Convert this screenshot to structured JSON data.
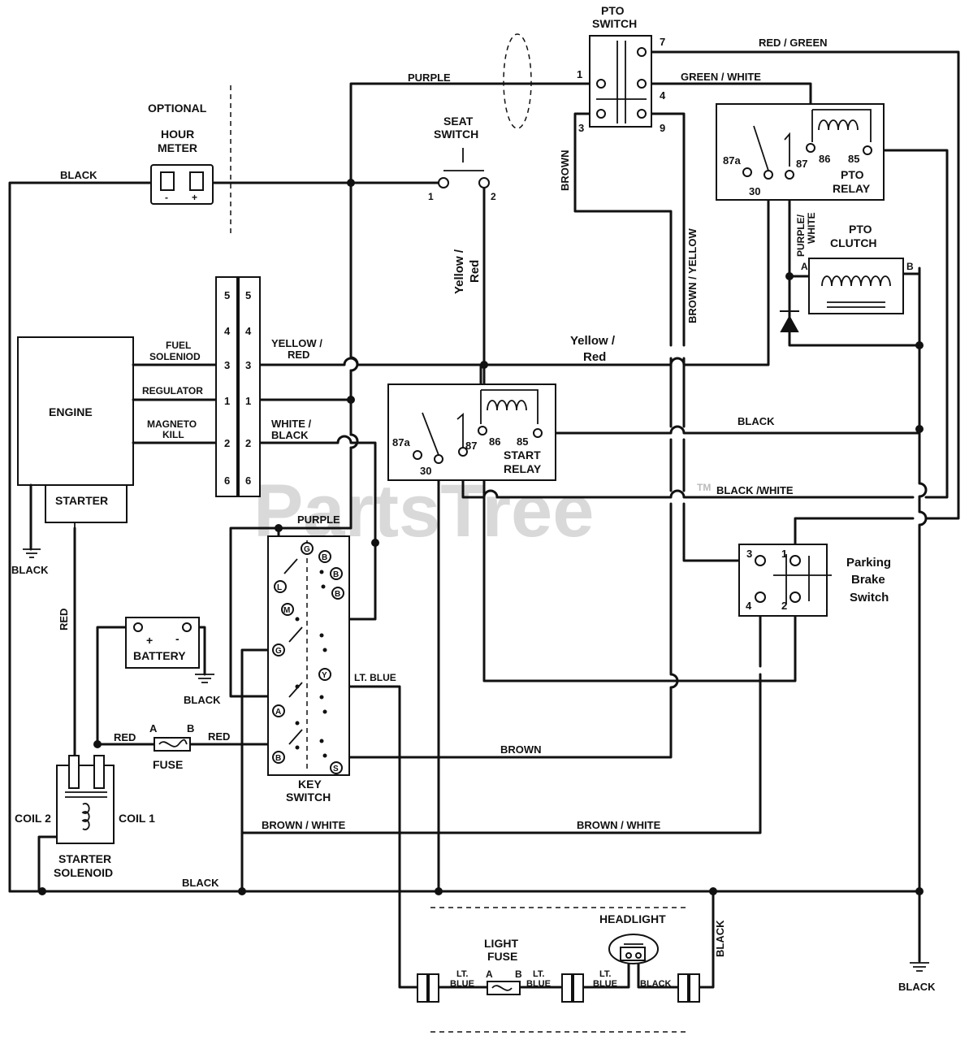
{
  "watermark": {
    "text": "PartsTree",
    "tm": "TM"
  },
  "pto_switch": {
    "title_line1": "PTO",
    "title_line2": "SWITCH",
    "pins": {
      "p1": "1",
      "p3": "3",
      "p4": "4",
      "p7": "7",
      "p9": "9"
    }
  },
  "pto_relay": {
    "title_line1": "PTO",
    "title_line2": "RELAY",
    "pins": {
      "p87a": "87a",
      "p30": "30",
      "p87": "87",
      "p86": "86",
      "p85": "85"
    }
  },
  "pto_clutch": {
    "title_line1": "PTO",
    "title_line2": "CLUTCH",
    "pin_a": "A",
    "pin_b": "B"
  },
  "seat_switch": {
    "title_line1": "SEAT",
    "title_line2": "SWITCH",
    "pin1": "1",
    "pin2": "2"
  },
  "hour_meter": {
    "optional": "OPTIONAL",
    "title_line1": "HOUR",
    "title_line2": "METER",
    "minus": "-",
    "plus": "+"
  },
  "engine": {
    "title": "ENGINE",
    "starter": "STARTER",
    "fuel_line1": "FUEL",
    "fuel_line2": "SOLENIOD",
    "regulator": "REGULATOR",
    "magneto_line1": "MAGNETO",
    "magneto_line2": "KILL"
  },
  "connector": {
    "pins": [
      "5",
      "4",
      "3",
      "1",
      "2",
      "6"
    ]
  },
  "start_relay": {
    "title_line1": "START",
    "title_line2": "RELAY",
    "pins": {
      "p87a": "87a",
      "p30": "30",
      "p87": "87",
      "p86": "86",
      "p85": "85"
    }
  },
  "key_switch": {
    "title_line1": "KEY",
    "title_line2": "SWITCH",
    "terminals": {
      "g1": "G",
      "b1": "B",
      "b2": "B",
      "b3": "B",
      "l": "L",
      "m": "M",
      "g2": "G",
      "y": "Y",
      "a": "A",
      "b4": "B",
      "s": "S"
    }
  },
  "parking_brake": {
    "title_line1": "Parking",
    "title_line2": "Brake",
    "title_line3": "Switch",
    "pins": {
      "p1": "1",
      "p2": "2",
      "p3": "3",
      "p4": "4"
    }
  },
  "battery": {
    "title": "BATTERY",
    "plus": "+",
    "minus": "-"
  },
  "fuse": {
    "title": "FUSE",
    "pin_a": "A",
    "pin_b": "B"
  },
  "starter_solenoid": {
    "title_line1": "STARTER",
    "title_line2": "SOLENOID",
    "coil1": "COIL 1",
    "coil2": "COIL 2"
  },
  "light_fuse": {
    "title_line1": "LIGHT",
    "title_line2": "FUSE",
    "pin_a": "A",
    "pin_b": "B"
  },
  "headlight": {
    "title": "HEADLIGHT"
  },
  "wire_labels": {
    "red_green": "RED / GREEN",
    "purple_top": "PURPLE",
    "green_white": "GREEN / WHITE",
    "brown_pto": "BROWN",
    "brown_yellow": "BROWN / YELLOW",
    "purple_white_1": "PURPLE/",
    "purple_white_2": "WHITE",
    "black_hour": "BLACK",
    "yellow_red_vert_1": "Yellow /",
    "yellow_red_vert_2": "Red",
    "yellow_red_left_1": "YELLOW /",
    "yellow_red_left_2": "RED",
    "yellow_red_mid_1": "Yellow /",
    "yellow_red_mid_2": "Red",
    "white_black_1": "WHITE /",
    "white_black_2": "BLACK",
    "black_relay": "BLACK",
    "black_white": "BLACK /WHITE",
    "purple_key": "PURPLE",
    "black_ground_left": "BLACK",
    "red_vert": "RED",
    "black_battery": "BLACK",
    "red_1": "RED",
    "red_2": "RED",
    "lt_blue": "LT. BLUE",
    "brown_key": "BROWN",
    "brown_white_1": "BROWN / WHITE",
    "brown_white_2": "BROWN / WHITE",
    "black_bottom": "BLACK",
    "black_headlight": "BLACK",
    "black_ground_right": "BLACK",
    "lt_1": "LT.",
    "blue_1": "BLUE",
    "lt_2": "LT.",
    "blue_2": "BLUE",
    "lt_3": "LT.",
    "blue_3": "BLUE",
    "black_light": "BLACK"
  }
}
